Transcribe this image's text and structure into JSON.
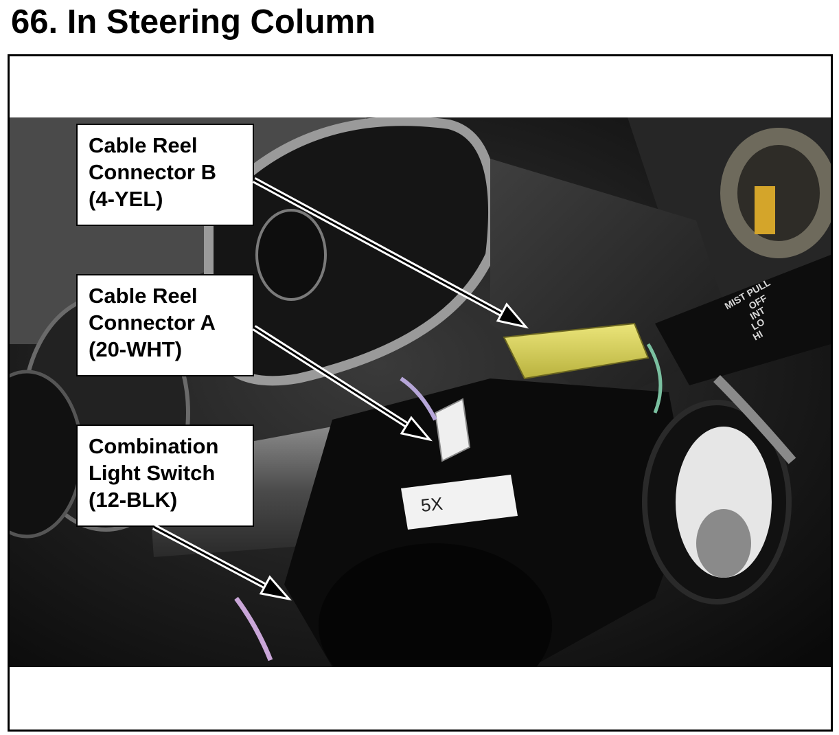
{
  "page": {
    "title": "66.  In Steering Column"
  },
  "callouts": [
    {
      "lines": [
        "Cable Reel",
        "Connector B",
        "(4-YEL)"
      ]
    },
    {
      "lines": [
        "Cable Reel",
        "Connector A",
        "(20-WHT)"
      ]
    },
    {
      "lines": [
        "Combination",
        "Light Switch",
        "(12-BLK)"
      ]
    }
  ],
  "photo": {
    "label_text": "5X",
    "wiper_switch_text": [
      "MIST PULL",
      "OFF",
      "INT",
      "LO",
      "HI"
    ]
  },
  "colors": {
    "connector_b": "#d8d25a",
    "connector_a": "#e8e8e8",
    "switch_body": "#0b0b0b"
  }
}
